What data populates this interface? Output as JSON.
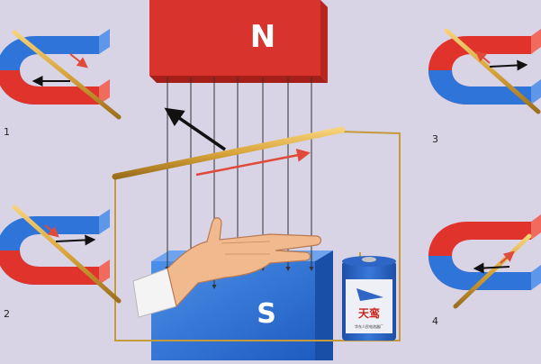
{
  "magnet_labels": {
    "north": "N",
    "south": "S"
  },
  "panel_numbers": {
    "p1": "1",
    "p2": "2",
    "p3": "3",
    "p4": "4"
  },
  "battery": {
    "brand": "天鸾",
    "small_text": "华东人民电池器厂"
  },
  "colors": {
    "background": "#d9d3e6",
    "magnet_red": "#e3362f",
    "magnet_blue": "#2c73d6",
    "rod": "#d8a53a",
    "current_arrow": "#e04a3a",
    "force_arrow": "#111111",
    "circuit_wire": "#c49a3a"
  }
}
